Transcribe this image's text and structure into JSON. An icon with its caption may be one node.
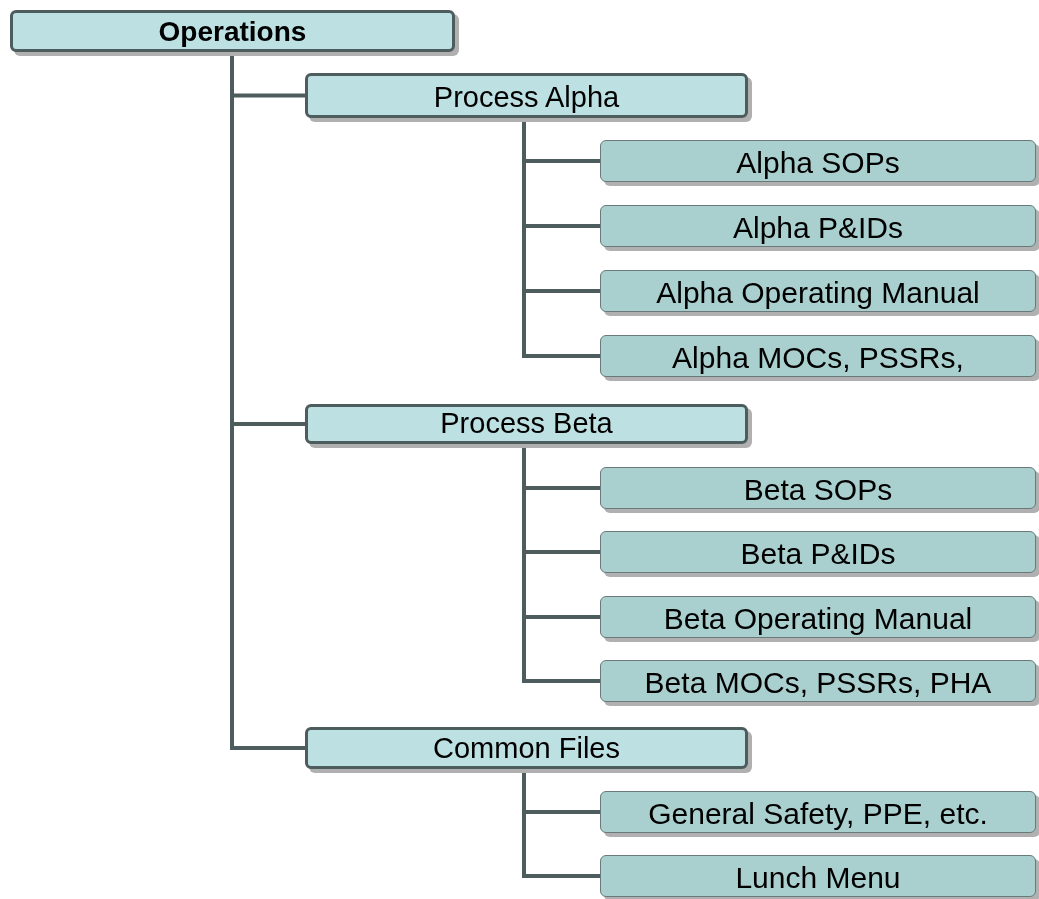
{
  "diagram": {
    "nodes": [
      {
        "text": [
          "Operations"
        ]
      },
      {
        "text": [
          "Process Alpha"
        ]
      },
      {
        "text": [
          "Alpha SOPs"
        ]
      },
      {
        "text": [
          "Alpha P&IDs"
        ]
      },
      {
        "text": [
          "Alpha Operating Manual"
        ]
      },
      {
        "text": [
          "Alpha MOCs, PSSRs,"
        ]
      },
      {
        "text": [
          "Process Beta"
        ]
      },
      {
        "text": [
          "Beta SOPs"
        ]
      },
      {
        "text": [
          "Beta P&IDs"
        ]
      },
      {
        "text": [
          "Beta Operating Manual"
        ]
      },
      {
        "text": [
          "Beta MOCs, PSSRs, PHA"
        ]
      },
      {
        "text": [
          "Common Files"
        ]
      },
      {
        "text": [
          "General Safety, PPE, etc."
        ]
      },
      {
        "text": [
          "Lunch Menu"
        ]
      }
    ],
    "edges": [
      {
        "from": 0,
        "to": 1,
        "arrow": "none"
      },
      {
        "from": 1,
        "to": 2,
        "arrow": "none"
      },
      {
        "from": 1,
        "to": 3,
        "arrow": "none"
      },
      {
        "from": 1,
        "to": 4,
        "arrow": "none"
      },
      {
        "from": 1,
        "to": 5,
        "arrow": "none"
      },
      {
        "from": 0,
        "to": 6,
        "arrow": "none"
      },
      {
        "from": 6,
        "to": 7,
        "arrow": "none"
      },
      {
        "from": 6,
        "to": 8,
        "arrow": "none"
      },
      {
        "from": 6,
        "to": 9,
        "arrow": "none"
      },
      {
        "from": 6,
        "to": 10,
        "arrow": "none"
      },
      {
        "from": 0,
        "to": 11,
        "arrow": "none"
      },
      {
        "from": 11,
        "to": 12,
        "arrow": "none"
      },
      {
        "from": 11,
        "to": 13,
        "arrow": "none"
      }
    ]
  }
}
